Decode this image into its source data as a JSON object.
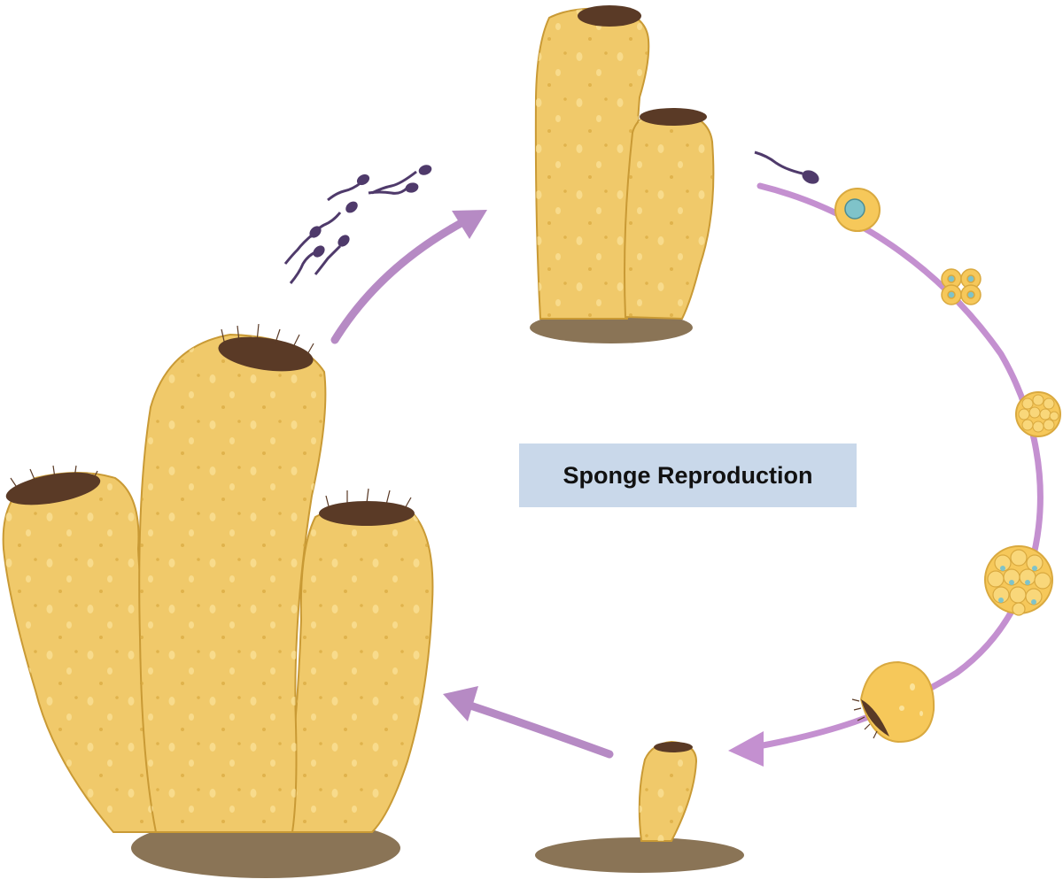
{
  "diagram": {
    "title": "Sponge Reproduction",
    "colors": {
      "background": "#ffffff",
      "title_box": "#c9d8ea",
      "arrow": "#b68ac4",
      "sponge_fill": "#f0c96a",
      "sponge_highlight": "#fbe39a",
      "sponge_outline": "#c99a35",
      "osculum": "#5a3a26",
      "soil": "#8a7456",
      "sperm": "#4f3a6b",
      "cell_nucleus": "#7fc3c9"
    },
    "stages": [
      "adult-sponge-colony",
      "sperm-release",
      "adult-sponge-pair",
      "sperm-fertilizing",
      "zygote",
      "four-cell-stage",
      "blastula",
      "morula",
      "free-swimming-larva",
      "juvenile-sponge"
    ]
  }
}
